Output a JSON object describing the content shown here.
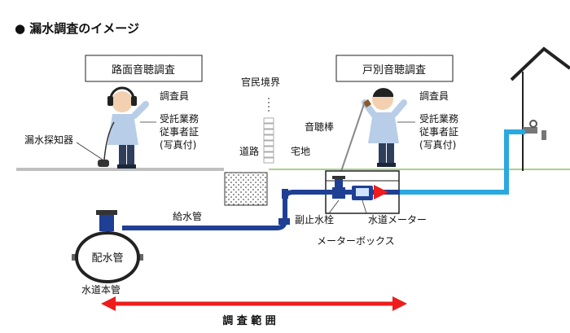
{
  "heading": "● 漏水調査のイメージ",
  "road_survey_title": "路面音聴調査",
  "door_survey_title": "戸別音聴調査",
  "surveyor_left": "調査員",
  "surveyor_right": "調査員",
  "id_left": [
    "受託業務",
    "従事者証",
    "(写真付)"
  ],
  "id_right": [
    "受託業務",
    "従事者証",
    "(写真付)"
  ],
  "leak_detector": "漏水探知器",
  "boundary": "官民境界",
  "road": "道路",
  "residential": "宅地",
  "listening_rod": "音聴棒",
  "service_pipe": "給水管",
  "sub_stop_valve": "副止水栓",
  "water_meter": "水道メーター",
  "meter_box": "メーターボックス",
  "distribution_pipe": "配水管",
  "main_pipe": "水道本管",
  "survey_range": "調 査 範 囲",
  "colors": {
    "pipe_dark": "#1f3f95",
    "pipe_light": "#2aa8e0",
    "range_arrow": "#ee1c1c",
    "ground_grass": "#a8d08d",
    "ground_road": "#bfbfbf",
    "shirt": "#b8cde8",
    "pants": "#2f3e5a"
  },
  "icons": [
    "person-with-headphones-icon",
    "person-with-listening-rod-icon",
    "house-icon",
    "faucet-icon",
    "leak-detector-icon",
    "meter-icon",
    "valve-icon"
  ]
}
